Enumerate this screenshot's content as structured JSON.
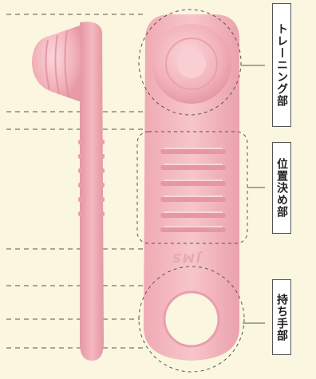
{
  "labels": {
    "training": "トレーニング部",
    "positioning": "位置決め部",
    "handle": "持ち手部"
  },
  "logo": "JMS",
  "colors": {
    "background": "#fbf6df",
    "device_pink": "#f3b7bf",
    "device_shadow": "#e29aa6",
    "dash_line": "#555555"
  }
}
